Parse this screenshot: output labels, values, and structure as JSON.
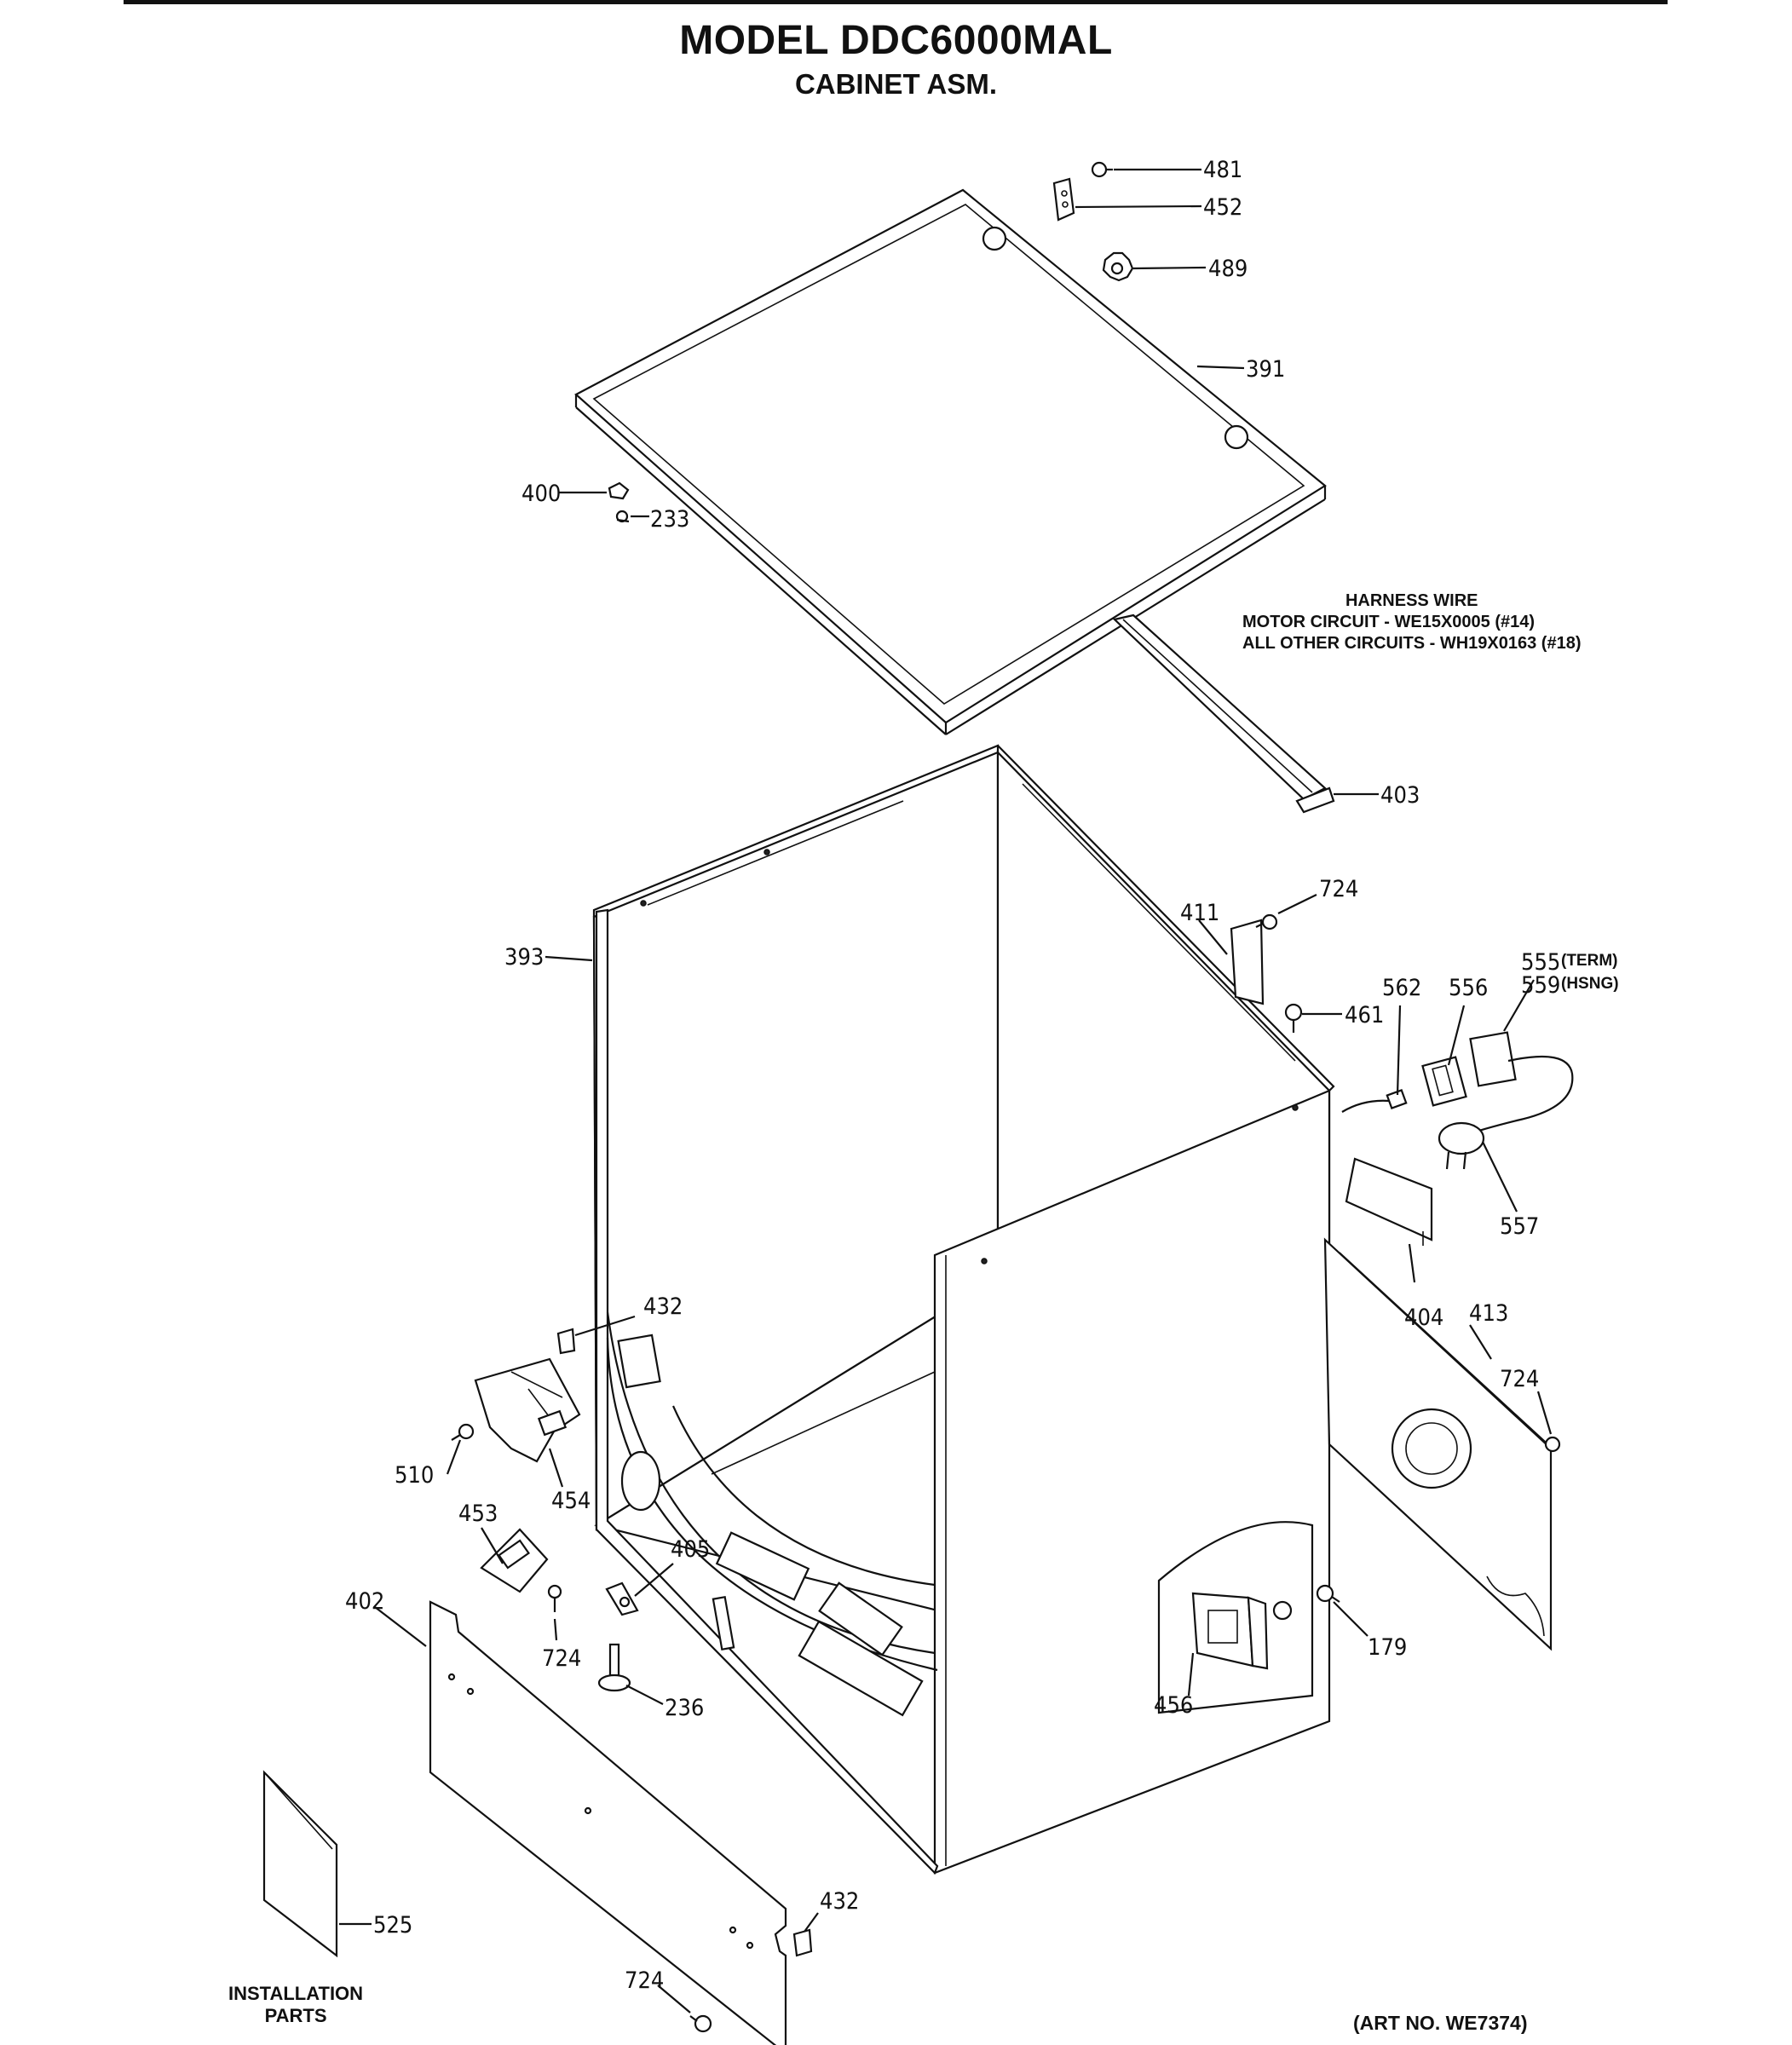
{
  "header": {
    "title": "MODEL DDC6000MAL",
    "subtitle": "CABINET ASM."
  },
  "harness_note": {
    "lines": [
      "HARNESS WIRE",
      "MOTOR CIRCUIT - WE15X0005 (#14)",
      "ALL OTHER CIRCUITS - WH19X0163 (#18)"
    ]
  },
  "footer": {
    "installation_line1": "INSTALLATION",
    "installation_line2": "PARTS",
    "art_number": "(ART NO. WE7374)"
  },
  "parts": {
    "p481": "481",
    "p452": "452",
    "p489": "489",
    "p391": "391",
    "p400": "400",
    "p233": "233",
    "p403": "403",
    "p724a": "724",
    "p411": "411",
    "p461": "461",
    "p393": "393",
    "p562": "562",
    "p556": "556",
    "p555": "555",
    "p555_note": "(TERM)",
    "p559": "559",
    "p559_note": "(HSNG)",
    "p557": "557",
    "p404": "404",
    "p413": "413",
    "p724b": "724",
    "p432a": "432",
    "p510": "510",
    "p454": "454",
    "p453": "453",
    "p405": "405",
    "p402": "402",
    "p724c": "724",
    "p236": "236",
    "p179": "179",
    "p456": "456",
    "p525": "525",
    "p724d": "724",
    "p432b": "432"
  }
}
